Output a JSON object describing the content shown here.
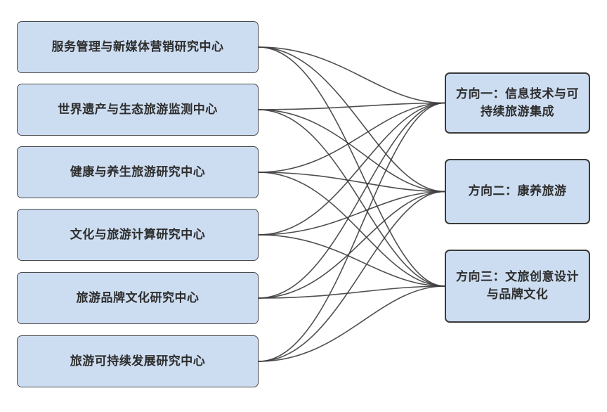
{
  "diagram": {
    "title": "",
    "colors": {
      "node_fill": "#cdddf1",
      "node_border": "#454545",
      "edge": "#3c3c3c",
      "background": "#ffffff"
    },
    "left_nodes": [
      {
        "id": "service-mgmt-newmedia",
        "label": "服务管理与新媒体营销研究中心"
      },
      {
        "id": "world-heritage-eco",
        "label": "世界遗产与生态旅游监测中心"
      },
      {
        "id": "health-wellness",
        "label": "健康与养生旅游研究中心"
      },
      {
        "id": "culture-tourism-computing",
        "label": "文化与旅游计算研究中心"
      },
      {
        "id": "tourism-brand-culture",
        "label": "旅游品牌文化研究中心"
      },
      {
        "id": "tourism-sustainable",
        "label": "旅游可持续发展研究中心"
      }
    ],
    "right_nodes": [
      {
        "id": "direction-1",
        "label": "方向一：信息技术与可持续旅游集成"
      },
      {
        "id": "direction-2",
        "label": "方向二：康养旅游"
      },
      {
        "id": "direction-3",
        "label": "方向三：文旅创意设计与品牌文化"
      }
    ],
    "edges": [
      {
        "from": 0,
        "to": 0
      },
      {
        "from": 0,
        "to": 1
      },
      {
        "from": 0,
        "to": 2
      },
      {
        "from": 1,
        "to": 0
      },
      {
        "from": 1,
        "to": 1
      },
      {
        "from": 1,
        "to": 2
      },
      {
        "from": 2,
        "to": 0
      },
      {
        "from": 2,
        "to": 1
      },
      {
        "from": 2,
        "to": 2
      },
      {
        "from": 3,
        "to": 0
      },
      {
        "from": 3,
        "to": 1
      },
      {
        "from": 3,
        "to": 2
      },
      {
        "from": 4,
        "to": 0
      },
      {
        "from": 4,
        "to": 1
      },
      {
        "from": 4,
        "to": 2
      },
      {
        "from": 5,
        "to": 0
      },
      {
        "from": 5,
        "to": 1
      },
      {
        "from": 5,
        "to": 2
      }
    ]
  }
}
